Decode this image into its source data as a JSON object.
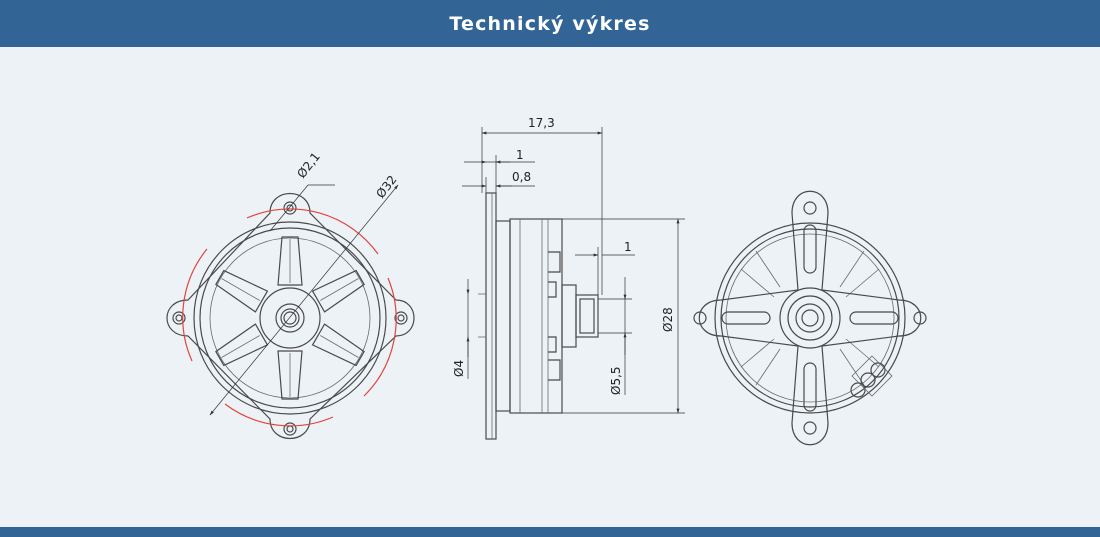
{
  "header": {
    "title": "Technický výkres"
  },
  "dimensions": {
    "hole_diameter": "Ø2,1",
    "outer_diameter": "Ø32",
    "length": "17,3",
    "flange_1": "1",
    "flange_2": "0,8",
    "shaft_step": "1",
    "body_diameter": "Ø28",
    "shaft_diameter": "Ø4",
    "hub_diameter": "Ø5,5"
  },
  "colors": {
    "header": "#326595",
    "background": "#edf2f7",
    "red_circle": "#e0453e"
  }
}
